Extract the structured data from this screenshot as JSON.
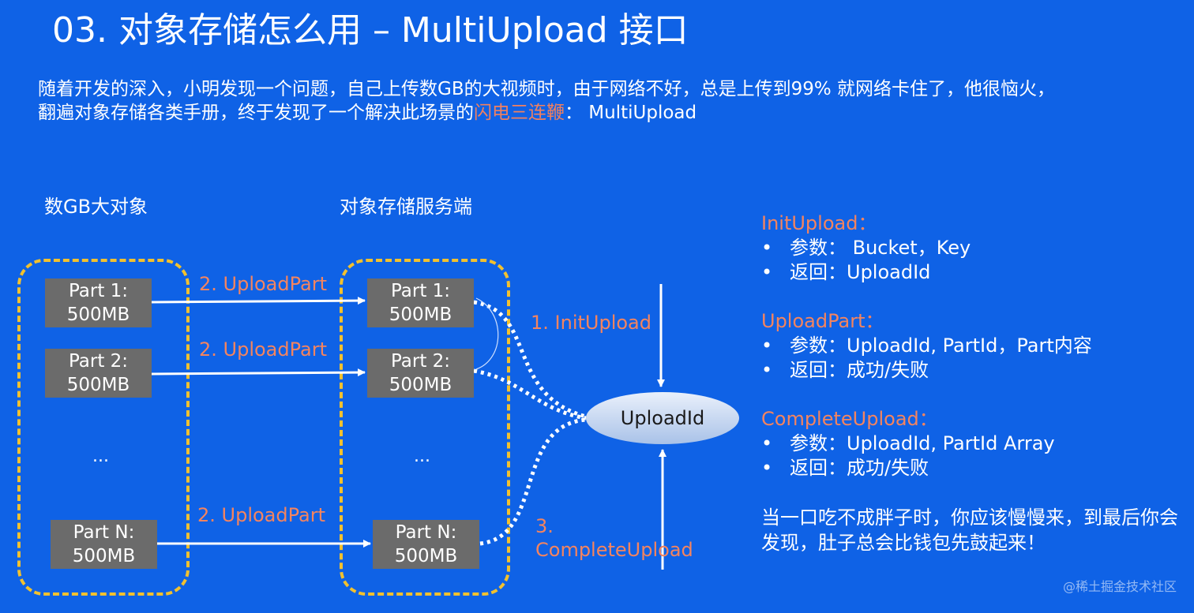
{
  "title": "03. 对象存储怎么用 –  MultiUpload 接口",
  "intro": {
    "line1": "随着开发的深入，小明发现一个问题，自己上传数GB的大视频时，由于网络不好，总是上传到99% 就网络卡住了，他很恼火，",
    "line2_before": "翻遍对象存储各类手册，终于发现了一个解决此场景的",
    "line2_highlight": "闪电三连鞭",
    "line2_after": "：  MultiUpload"
  },
  "left_group": {
    "label": "数GB大对象",
    "parts": [
      "Part 1:\n500MB",
      "Part 2:\n500MB",
      "Part N:\n500MB"
    ],
    "ellipsis": "..."
  },
  "server_group": {
    "label": "对象存储服务端",
    "parts": [
      "Part 1:\n500MB",
      "Part 2:\n500MB",
      "Part N:\n500MB"
    ],
    "ellipsis": "..."
  },
  "arrows": {
    "upload_part_1": "2. UploadPart",
    "upload_part_2": "2. UploadPart",
    "upload_part_n": "2. UploadPart",
    "init_upload": "1. InitUpload",
    "complete_line1": "3.",
    "complete_line2": "CompleteUpload"
  },
  "center_node": "UploadId",
  "api_notes": {
    "bullet": "•",
    "init": {
      "title": "InitUpload：",
      "items": [
        "参数：  Bucket，Key",
        "返回：UploadId"
      ]
    },
    "upload_part": {
      "title": "UploadPart：",
      "items": [
        "参数：UploadId, PartId，Part内容",
        "返回：成功/失败"
      ]
    },
    "complete": {
      "title": "CompleteUpload：",
      "items": [
        "参数：UploadId, PartId Array",
        "返回：成功/失败"
      ]
    },
    "closing": "当一口吃不成胖子时，你应该慢慢来，到最后你会发现，肚子总会比钱包先鼓起来！"
  },
  "watermark": "@稀土掘金技术社区",
  "colors": {
    "background": "#0f62e6",
    "accent_orange": "#f4845f",
    "dashed_border": "#f2c12e",
    "part_box": "#6b6b6b"
  }
}
